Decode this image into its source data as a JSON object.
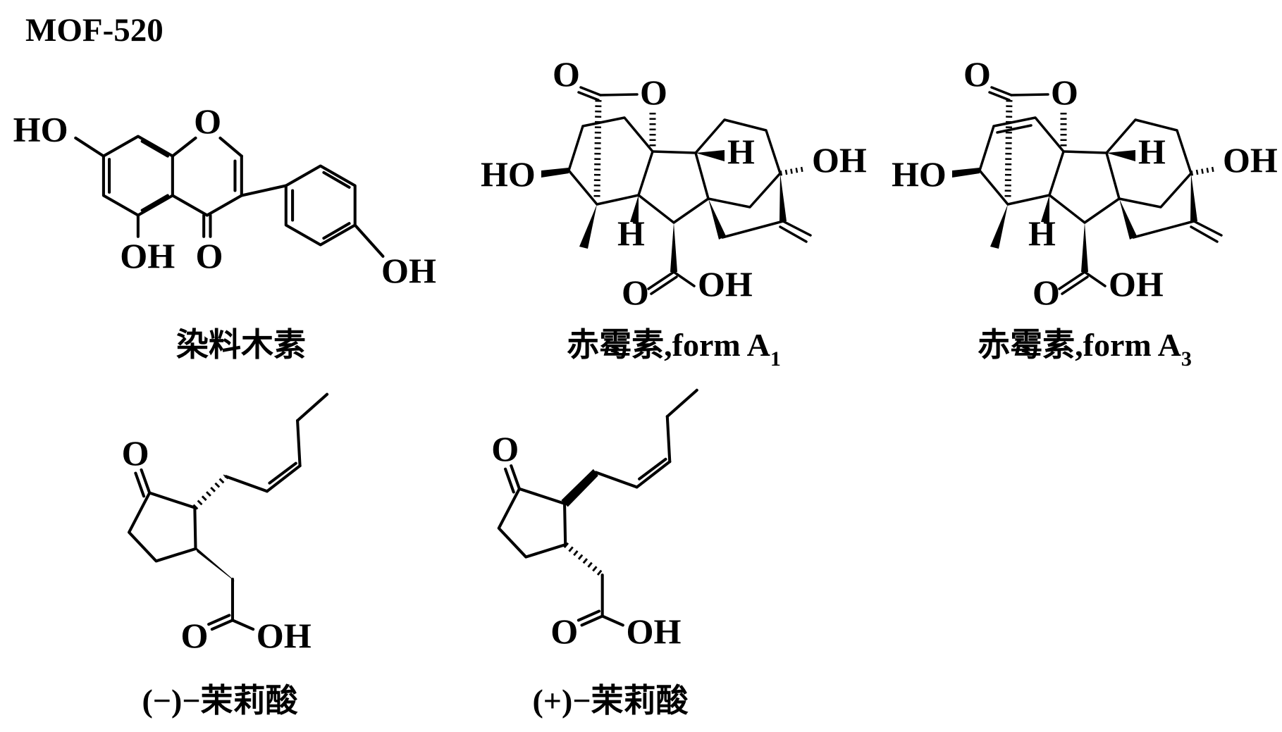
{
  "title": "MOF-520",
  "compounds": [
    {
      "name": "染料木素",
      "atoms": {
        "ho_left": "HO",
        "o_ring": "O",
        "oh_bottom": "OH",
        "o_carbonyl": "O",
        "oh_right": "OH"
      }
    },
    {
      "name": "赤霉素,form A",
      "subscript": "1",
      "atoms": {
        "o_lactone_carbonyl": "O",
        "o_lactone": "O",
        "ho_left": "HO",
        "h_top": "H",
        "oh_right": "OH",
        "h_bottom": "H",
        "o_acid": "O",
        "oh_acid": "OH"
      }
    },
    {
      "name": "赤霉素,form A",
      "subscript": "3",
      "atoms": {
        "o_lactone_carbonyl": "O",
        "o_lactone": "O",
        "ho_left": "HO",
        "h_top": "H",
        "oh_right": "OH",
        "h_bottom": "H",
        "o_acid": "O",
        "oh_acid": "OH"
      }
    },
    {
      "name": "(−)−茉莉酸",
      "atoms": {
        "o_ketone": "O",
        "o_acid": "O",
        "oh_acid": "OH"
      }
    },
    {
      "name": "(+)−茉莉酸",
      "atoms": {
        "o_ketone": "O",
        "o_acid": "O",
        "oh_acid": "OH"
      }
    }
  ]
}
